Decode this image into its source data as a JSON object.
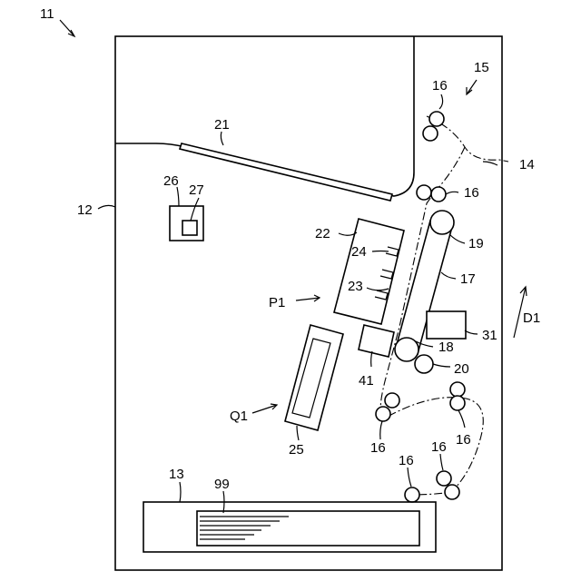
{
  "labels": {
    "l11": "11",
    "l15": "15",
    "l16a": "16",
    "l14": "14",
    "l21": "21",
    "l16b": "16",
    "l12": "12",
    "l26": "26",
    "l27": "27",
    "l22": "22",
    "l24": "24",
    "l19": "19",
    "l17": "17",
    "lP1": "P1",
    "l23": "23",
    "l31": "31",
    "lD1": "D1",
    "l18": "18",
    "l20": "20",
    "l41": "41",
    "lQ1": "Q1",
    "l16c": "16",
    "l16d": "16",
    "l25": "25",
    "l16e": "16",
    "l16f": "16",
    "l13": "13",
    "l99": "99"
  }
}
